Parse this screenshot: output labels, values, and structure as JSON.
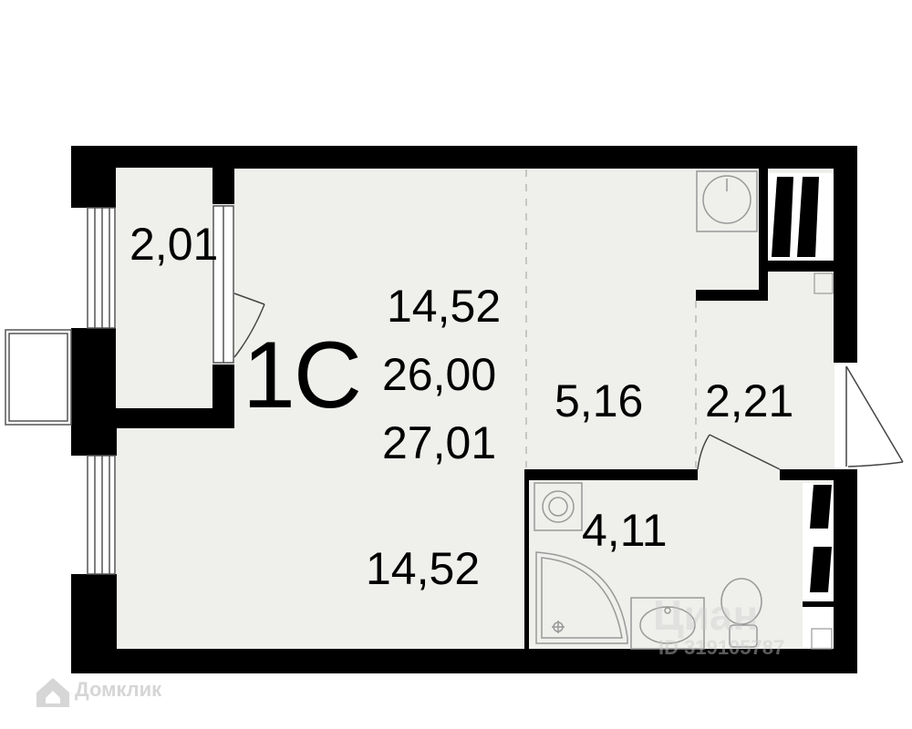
{
  "plan": {
    "type_label": "1С",
    "summary": {
      "living_area": "14,52",
      "total_area": "26,00",
      "total_with_balcony": "27,01"
    },
    "rooms": {
      "balcony_area": "2,01",
      "living_room_area": "14,52",
      "kitchen_area": "5,16",
      "hallway_area": "2,21",
      "bathroom_area": "4,11"
    }
  },
  "watermark": {
    "brand": "Домклик",
    "id_text": "ID 319105787",
    "stamp": "Циан"
  },
  "colors": {
    "wall": "#000000",
    "floor": "#efefec",
    "watermark": "#d9d9d9"
  }
}
